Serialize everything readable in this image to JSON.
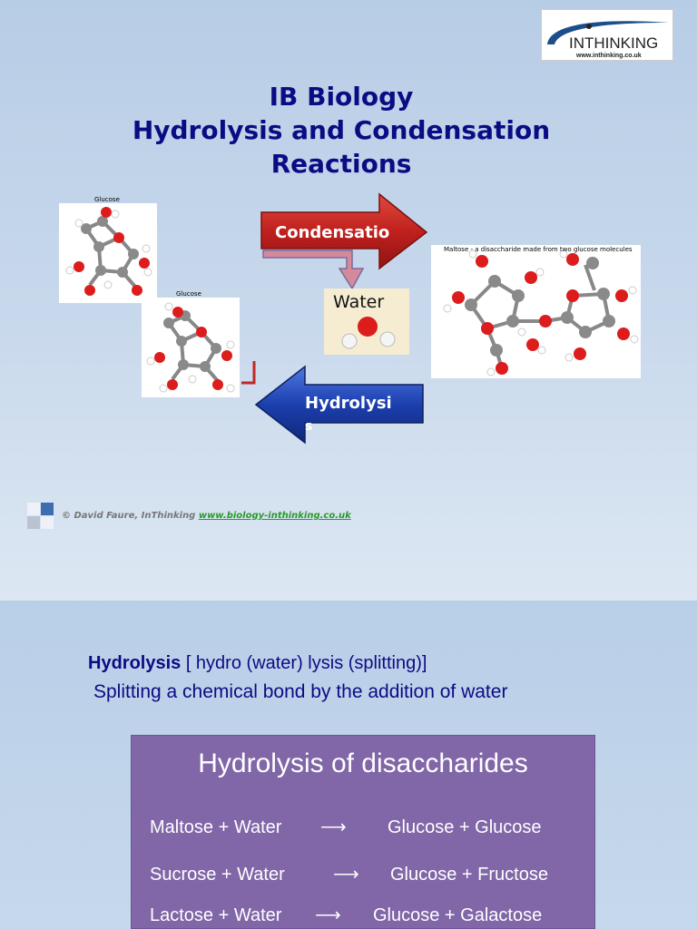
{
  "slide1": {
    "logo": {
      "brand": "INTHINKING",
      "url": "www.inthinking.co.uk"
    },
    "title": {
      "line1": "IB Biology",
      "line2": "Hydrolysis  and Condensation",
      "line3": "Reactions"
    },
    "glucose1_label": "Glucose",
    "glucose2_label": "Glucose",
    "maltose_label": "Maltose - a disaccharide made from two glucose molecules",
    "condensation_label": "Condensatio",
    "water_label": "Water",
    "hydrolysis_label_line1": "Hydrolysi",
    "hydrolysis_label_line2": "s",
    "footer": {
      "credit": "© David Faure, InThinking ",
      "link": "www.biology-inthinking.co.uk"
    }
  },
  "slide2": {
    "definition": {
      "term": "Hydrolysis",
      "etymology": "  [ hydro (water) lysis (splitting)]",
      "meaning": "Splitting a chemical bond by the addition of water"
    },
    "panel": {
      "title": "Hydrolysis of disaccharides",
      "equations": [
        {
          "left": "Maltose + Water",
          "right": "Glucose + Glucose"
        },
        {
          "left": "Sucrose + Water",
          "right": "Glucose + Fructose"
        },
        {
          "left": "Lactose + Water",
          "right": "Glucose + Galactose"
        }
      ]
    }
  },
  "colors": {
    "title": "#0b0b84",
    "condensation_arrow": "#c0201e",
    "hydrolysis_arrow": "#1c3fae",
    "panel": "#8166a8",
    "carbon": "#8a8a8a",
    "oxygen": "#dd1c1c",
    "hydrogen": "#ffffff"
  }
}
